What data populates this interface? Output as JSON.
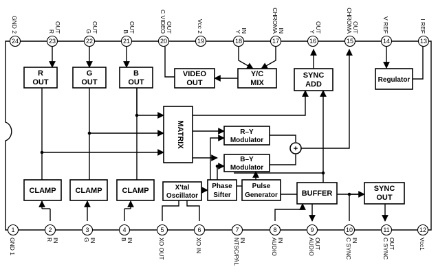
{
  "blocks": {
    "r_out": [
      "R",
      "OUT"
    ],
    "g_out": [
      "G",
      "OUT"
    ],
    "b_out": [
      "B",
      "OUT"
    ],
    "video_out": [
      "VIDEO",
      "OUT"
    ],
    "yc_mix": [
      "Y/C",
      "MIX"
    ],
    "sync_add": [
      "SYNC",
      "ADD"
    ],
    "regulator": "Regulator",
    "matrix": "MATRIX",
    "ry_mod": [
      "R–Y",
      "Modulator"
    ],
    "by_mod": [
      "B–Y",
      "Modulator"
    ],
    "adder_symbol": "+",
    "clamp_r": "CLAMP",
    "clamp_g": "CLAMP",
    "clamp_b": "CLAMP",
    "xtal_osc": [
      "X'tal",
      "Oscillator"
    ],
    "phase_shifter": [
      "Phase",
      "Sifter"
    ],
    "pulse_gen": [
      "Pulse",
      "Generator"
    ],
    "buffer": "BUFFER",
    "sync_out": [
      "SYNC",
      "OUT"
    ]
  },
  "pins_top": [
    {
      "num": "24",
      "label": [
        "GND 2"
      ]
    },
    {
      "num": "23",
      "label": [
        "R",
        "OUT"
      ]
    },
    {
      "num": "22",
      "label": [
        "G",
        "OUT"
      ]
    },
    {
      "num": "21",
      "label": [
        "B",
        "OUT"
      ]
    },
    {
      "num": "20",
      "label": [
        "C VIDEO",
        "OUT"
      ]
    },
    {
      "num": "19",
      "label": [
        "Vcc 2"
      ]
    },
    {
      "num": "18",
      "label": [
        "Y",
        "IN"
      ]
    },
    {
      "num": "17",
      "label": [
        "CHROMA",
        "IN"
      ]
    },
    {
      "num": "16",
      "label": [
        "Y",
        "OUT"
      ]
    },
    {
      "num": "15",
      "label": [
        "CHROMA",
        "OUT"
      ]
    },
    {
      "num": "14",
      "label": [
        "V REF"
      ]
    },
    {
      "num": "13",
      "label": [
        "I REF"
      ]
    }
  ],
  "pins_bottom": [
    {
      "num": "1",
      "label": [
        "GND 1"
      ]
    },
    {
      "num": "2",
      "label": [
        "R",
        "IN"
      ]
    },
    {
      "num": "3",
      "label": [
        "G",
        "IN"
      ]
    },
    {
      "num": "4",
      "label": [
        "B",
        "IN"
      ]
    },
    {
      "num": "5",
      "label": [
        "XO OUT"
      ]
    },
    {
      "num": "6",
      "label": [
        "XO IN"
      ]
    },
    {
      "num": "7",
      "label": [
        "NTSC/PAL",
        "IN"
      ]
    },
    {
      "num": "8",
      "label": [
        "AUDIO",
        "IN"
      ]
    },
    {
      "num": "9",
      "label": [
        "AUDIO",
        "OUT"
      ]
    },
    {
      "num": "10",
      "label": [
        "C SYNC",
        "IN"
      ]
    },
    {
      "num": "11",
      "label": [
        "C SYNC",
        "OUT"
      ]
    },
    {
      "num": "12",
      "label": [
        "Vcc1"
      ]
    }
  ]
}
